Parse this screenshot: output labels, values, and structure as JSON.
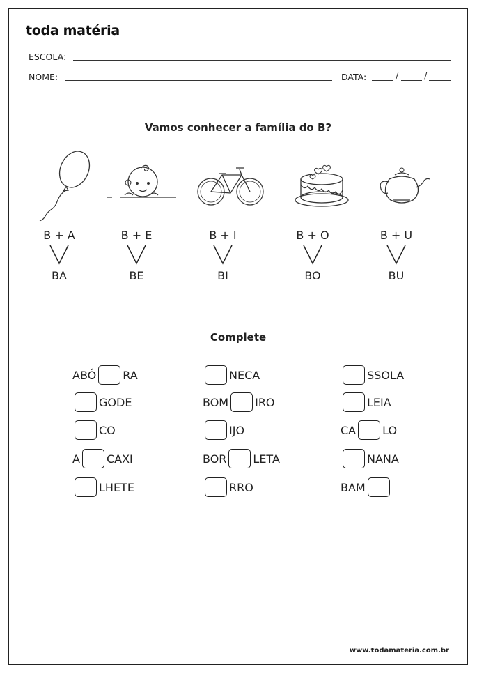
{
  "header": {
    "logo": "toda matéria",
    "school_label": "ESCOLA:",
    "name_label": "NOME:",
    "date_label": "DATA:",
    "date_sep": "/"
  },
  "family": {
    "title": "Vamos conhecer a família do B?",
    "items": [
      {
        "picture": "balloon",
        "formula": "B + A",
        "result": "BA"
      },
      {
        "picture": "baby",
        "formula": "B + E",
        "result": "BE"
      },
      {
        "picture": "bicycle",
        "formula": "B + I",
        "result": "BI"
      },
      {
        "picture": "cake",
        "formula": "B + O",
        "result": "BO"
      },
      {
        "picture": "teapot",
        "formula": "B + U",
        "result": "BU"
      }
    ]
  },
  "complete": {
    "title": "Complete",
    "items": [
      {
        "before": "ABÓ",
        "after": "RA"
      },
      {
        "before": "",
        "after": "NECA"
      },
      {
        "before": "",
        "after": "SSOLA"
      },
      {
        "before": "",
        "after": "GODE"
      },
      {
        "before": "BOM",
        "after": "IRO"
      },
      {
        "before": "",
        "after": "LEIA"
      },
      {
        "before": "",
        "after": "CO"
      },
      {
        "before": "",
        "after": "IJO"
      },
      {
        "before": "CA",
        "after": "LO"
      },
      {
        "before": "A",
        "after": "CAXI"
      },
      {
        "before": "BOR",
        "after": "LETA"
      },
      {
        "before": "",
        "after": "NANA"
      },
      {
        "before": "",
        "after": "LHETE"
      },
      {
        "before": "",
        "after": "RRO"
      },
      {
        "before": "BAM",
        "after": ""
      }
    ]
  },
  "footer": {
    "url": "www.todamateria.com.br"
  }
}
